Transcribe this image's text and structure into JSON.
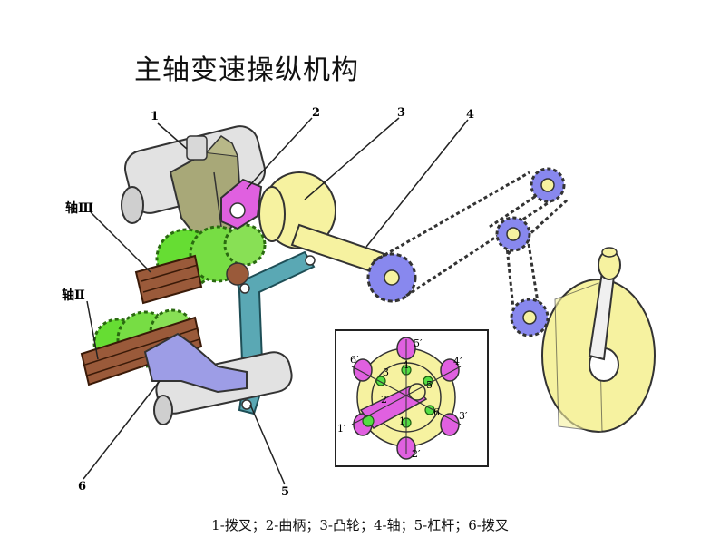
{
  "title": "主轴变速操纵机构",
  "caption": "1-拨叉；2-曲柄；3-凸轮；4-轴；5-杠杆；6-拨叉",
  "callouts": [
    "1",
    "2",
    "3",
    "4",
    "5",
    "6"
  ],
  "shaft_labels": [
    "轴Ⅲ",
    "轴Ⅱ"
  ],
  "inset_labels": [
    "5′",
    "4′",
    "6′",
    "3′",
    "1′",
    "2′",
    "3",
    "4",
    "5",
    "6",
    "2",
    "1"
  ],
  "colors": {
    "shaft": "#e0e0e0",
    "fork": "#a8a878",
    "crank": "#e060e0",
    "cam": "#f6f2a0",
    "lever": "#5aa8b4",
    "gear": "#66dd33",
    "sprocket": "#8888ee",
    "fork6": "#9d9de6",
    "wood": "#9a5a3a"
  }
}
